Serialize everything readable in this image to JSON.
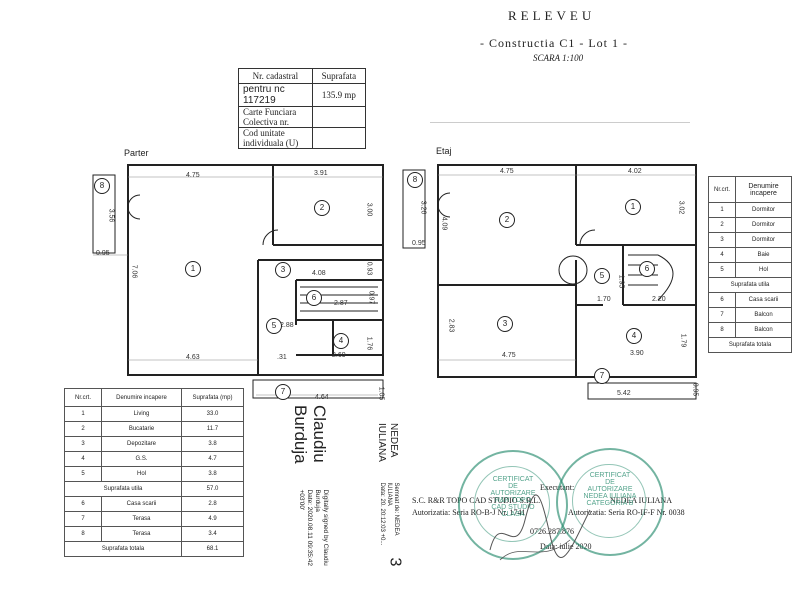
{
  "header": {
    "title": "RELEVEU",
    "subtitle": "- Constructia C1 - Lot 1 -",
    "scale": "SCARA 1:100"
  },
  "cadastral": {
    "col1": "Nr. cadastral",
    "col2": "Suprafata",
    "nr": "pentru nc 117219",
    "area": "135.9 mp",
    "row2": "Carte Funciara Colectiva nr.",
    "row3": "Cod unitate individuala (U)"
  },
  "plan_labels": {
    "ground": "Parter",
    "upper": "Etaj"
  },
  "ground_dims": [
    "4.75",
    "3.91",
    "3.56",
    "0.95",
    "7.06",
    "3.00",
    "4.08",
    "0.93",
    "2.87",
    "0.97",
    "2.88",
    "4.63",
    ".31",
    "2.69",
    "1.76",
    "4.64",
    "1.05"
  ],
  "upper_dims": [
    "4.75",
    "4.02",
    "3.26",
    "4.09",
    "0.95",
    "3.02",
    "1.95",
    "1.70",
    "2.20",
    "2.83",
    "4.75",
    "3.90",
    "1.79",
    "5.42",
    "0.95"
  ],
  "ground_room_numbers": [
    "1",
    "2",
    "3",
    "4",
    "5",
    "6",
    "7",
    "8"
  ],
  "upper_room_numbers": [
    "1",
    "2",
    "3",
    "4",
    "5",
    "6",
    "7",
    "8"
  ],
  "ground_table": {
    "headers": [
      "Nr.crt.",
      "Denumire incapere",
      "Suprafata (mp)"
    ],
    "rows": [
      [
        "1",
        "Living",
        "33.0"
      ],
      [
        "2",
        "Bucatarie",
        "11.7"
      ],
      [
        "3",
        "Depozitare",
        "3.8"
      ],
      [
        "4",
        "G.S.",
        "4.7"
      ],
      [
        "5",
        "Hol",
        "3.8"
      ]
    ],
    "useful_label": "Suprafata utila",
    "useful_value": "57.0",
    "extra_rows": [
      [
        "6",
        "Casa scarii",
        "2.8"
      ],
      [
        "7",
        "Terasa",
        "4.9"
      ],
      [
        "8",
        "Terasa",
        "3.4"
      ]
    ],
    "total_label": "Suprafata totala",
    "total_value": "68.1"
  },
  "upper_table": {
    "headers": [
      "Nr.crt.",
      "Denumire incapere"
    ],
    "rows": [
      [
        "1",
        "Dormitor"
      ],
      [
        "2",
        "Dormitor"
      ],
      [
        "3",
        "Dormitor"
      ],
      [
        "4",
        "Baie"
      ],
      [
        "5",
        "Hol"
      ]
    ],
    "useful_label": "Suprafata utila",
    "extra_rows": [
      [
        "6",
        "Casa scarii"
      ],
      [
        "7",
        "Balcon"
      ],
      [
        "8",
        "Balcon"
      ]
    ],
    "total_label": "Suprafata totala"
  },
  "signatures": {
    "claudiu_name": "Claudiu Burduja",
    "claudiu_signed": "Digitally signed by Claudiu Burduja",
    "claudiu_date": "Date: 2020.08.11 09:35:42 +03'00'",
    "nedea_name": "NEDEA IULIANA",
    "nedea_signed": "Semnat de: NEDEA IULIANA",
    "nedea_date": "Data: 20.",
    "nedea_time": "20:12:03 +0..."
  },
  "executant": {
    "label": "Executant:",
    "company": "S.C. R&R TOPO CAD STUDIO S.R.L.",
    "company_right": "NEDEA IULIANA",
    "auth_left": "Autorizatia: Seria RO-B-J Nr. 1741",
    "auth_right": "Autorizatia: Seria RO-IF-F Nr. 0038",
    "phone": "0726.287.876",
    "date": "Data: iulie 2020"
  },
  "stamp_left": {
    "line1": "CERTIFICAT",
    "line2": "DE",
    "line3": "AUTORIZARE",
    "line4": "R&R TOPO",
    "line5": "CAD STUDIO",
    "line6": "CLASA"
  },
  "stamp_right": {
    "line1": "CERTIFICAT",
    "line2": "DE",
    "line3": "AUTORIZARE",
    "line4": "NEDEA IULIANA",
    "line5": "CATEGORIA B"
  },
  "page_number": "3"
}
